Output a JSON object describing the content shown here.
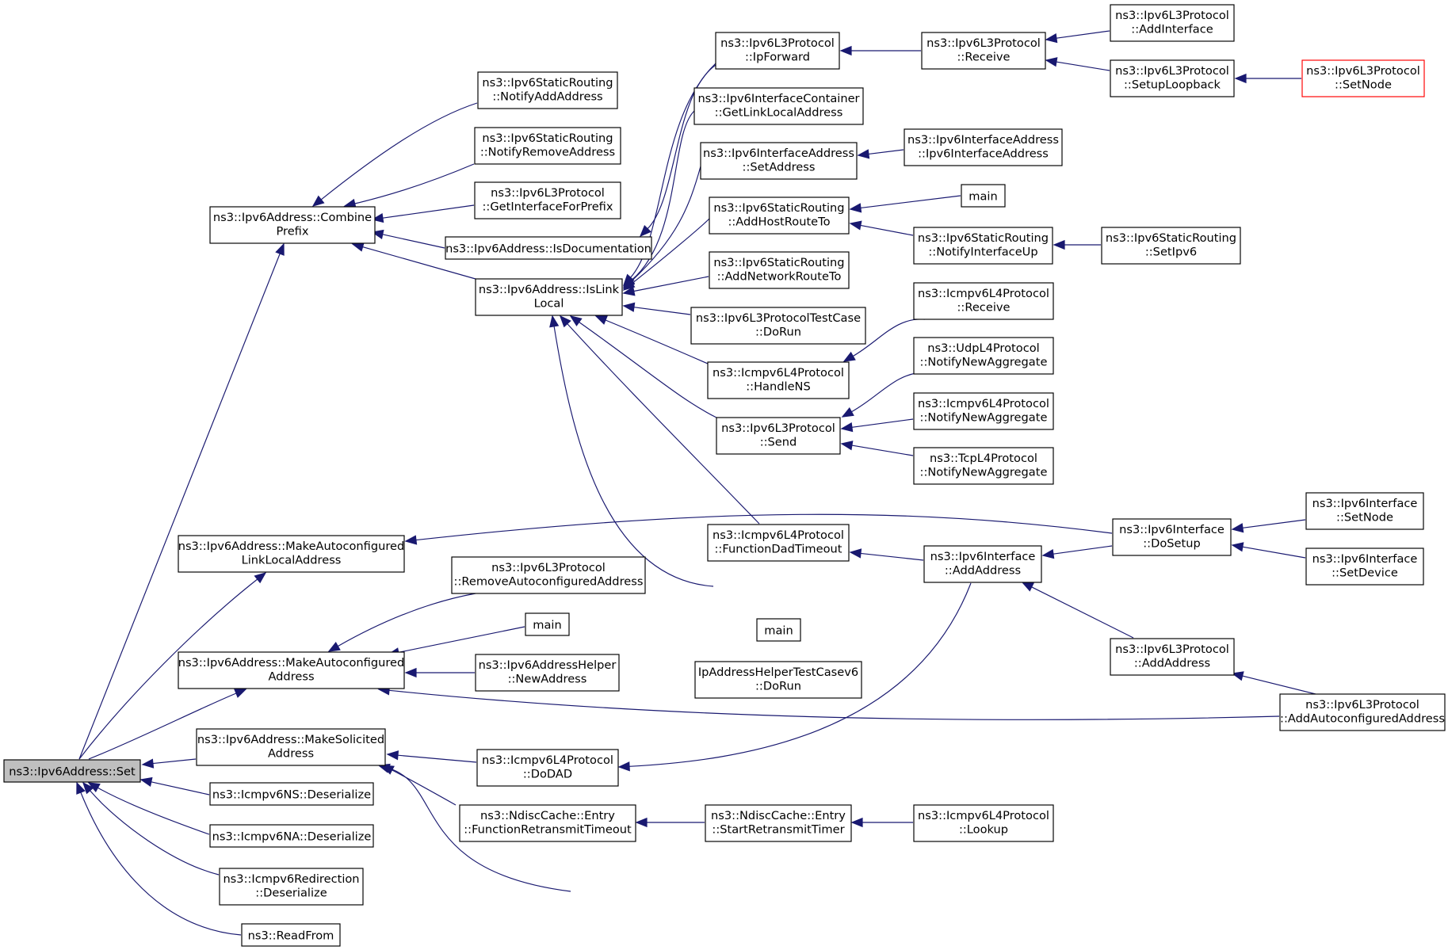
{
  "colors": {
    "edge": "#191970",
    "root_fill": "#bfbfbf",
    "highlight_border": "#ff0000",
    "node_border": "#000000"
  },
  "nodes": {
    "set": [
      "ns3::Ipv6Address::Set"
    ],
    "combine_prefix": [
      "ns3::Ipv6Address::Combine",
      "Prefix"
    ],
    "make_autoconf_lla": [
      "ns3::Ipv6Address::MakeAutoconfigured",
      "LinkLocalAddress"
    ],
    "make_autoconf_addr": [
      "ns3::Ipv6Address::MakeAutoconfigured",
      "Address"
    ],
    "make_solicited": [
      "ns3::Ipv6Address::MakeSolicited",
      "Address"
    ],
    "icmpv6ns_deser": [
      "ns3::Icmpv6NS::Deserialize"
    ],
    "icmpv6na_deser": [
      "ns3::Icmpv6NA::Deserialize"
    ],
    "icmpv6redir_deser": [
      "ns3::Icmpv6Redirection",
      "::Deserialize"
    ],
    "readfrom": [
      "ns3::ReadFrom"
    ],
    "sr_notify_add": [
      "ns3::Ipv6StaticRouting",
      "::NotifyAddAddress"
    ],
    "sr_notify_remove": [
      "ns3::Ipv6StaticRouting",
      "::NotifyRemoveAddress"
    ],
    "l3_get_iface_prefix": [
      "ns3::Ipv6L3Protocol",
      "::GetInterfaceForPrefix"
    ],
    "is_documentation": [
      "ns3::Ipv6Address::IsDocumentation"
    ],
    "is_link_local": [
      "ns3::Ipv6Address::IsLink",
      "Local"
    ],
    "l3_remove_autoconf": [
      "ns3::Ipv6L3Protocol",
      "::RemoveAutoconfiguredAddress"
    ],
    "main_a": [
      "main"
    ],
    "addr_helper_new": [
      "ns3::Ipv6AddressHelper",
      "::NewAddress"
    ],
    "icmp_dodad": [
      "ns3::Icmpv6L4Protocol",
      "::DoDAD"
    ],
    "ndisc_func_retrans": [
      "ns3::NdiscCache::Entry",
      "::FunctionRetransmitTimeout"
    ],
    "l3_ipforward": [
      "ns3::Ipv6L3Protocol",
      "::IpForward"
    ],
    "iface_container_getlla": [
      "ns3::Ipv6InterfaceContainer",
      "::GetLinkLocalAddress"
    ],
    "iface_addr_setaddress": [
      "ns3::Ipv6InterfaceAddress",
      "::SetAddress"
    ],
    "sr_add_host_route": [
      "ns3::Ipv6StaticRouting",
      "::AddHostRouteTo"
    ],
    "sr_add_network_route": [
      "ns3::Ipv6StaticRouting",
      "::AddNetworkRouteTo"
    ],
    "l3_testcase_dorun": [
      "ns3::Ipv6L3ProtocolTestCase",
      "::DoRun"
    ],
    "icmp_handlens": [
      "ns3::Icmpv6L4Protocol",
      "::HandleNS"
    ],
    "l3_send": [
      "ns3::Ipv6L3Protocol",
      "::Send"
    ],
    "icmp_func_dad_timeout": [
      "ns3::Icmpv6L4Protocol",
      "::FunctionDadTimeout"
    ],
    "main_b": [
      "main"
    ],
    "ipaddr_helper_testcase": [
      "IpAddressHelperTestCasev6",
      "::DoRun"
    ],
    "ndisc_start_retrans": [
      "ns3::NdiscCache::Entry",
      "::StartRetransmitTimer"
    ],
    "l3_receive": [
      "ns3::Ipv6L3Protocol",
      "::Receive"
    ],
    "iface_addr_ctor": [
      "ns3::Ipv6InterfaceAddress",
      "::Ipv6InterfaceAddress"
    ],
    "main_c": [
      "main"
    ],
    "sr_notify_iface_up": [
      "ns3::Ipv6StaticRouting",
      "::NotifyInterfaceUp"
    ],
    "icmp_receive": [
      "ns3::Icmpv6L4Protocol",
      "::Receive"
    ],
    "udp_notify_agg": [
      "ns3::UdpL4Protocol",
      "::NotifyNewAggregate"
    ],
    "icmp_notify_agg": [
      "ns3::Icmpv6L4Protocol",
      "::NotifyNewAggregate"
    ],
    "tcp_notify_agg": [
      "ns3::TcpL4Protocol",
      "::NotifyNewAggregate"
    ],
    "iface_addaddress": [
      "ns3::Ipv6Interface",
      "::AddAddress"
    ],
    "icmp_lookup": [
      "ns3::Icmpv6L4Protocol",
      "::Lookup"
    ],
    "l3_addinterface": [
      "ns3::Ipv6L3Protocol",
      "::AddInterface"
    ],
    "l3_setup_loopback": [
      "ns3::Ipv6L3Protocol",
      "::SetupLoopback"
    ],
    "sr_setipv6": [
      "ns3::Ipv6StaticRouting",
      "::SetIpv6"
    ],
    "iface_dosetup": [
      "ns3::Ipv6Interface",
      "::DoSetup"
    ],
    "l3_addaddress": [
      "ns3::Ipv6L3Protocol",
      "::AddAddress"
    ],
    "l3_setnode": [
      "ns3::Ipv6L3Protocol",
      "::SetNode"
    ],
    "iface_setnode": [
      "ns3::Ipv6Interface",
      "::SetNode"
    ],
    "iface_setdevice": [
      "ns3::Ipv6Interface",
      "::SetDevice"
    ],
    "l3_add_autoconf": [
      "ns3::Ipv6L3Protocol",
      "::AddAutoconfiguredAddress"
    ]
  }
}
